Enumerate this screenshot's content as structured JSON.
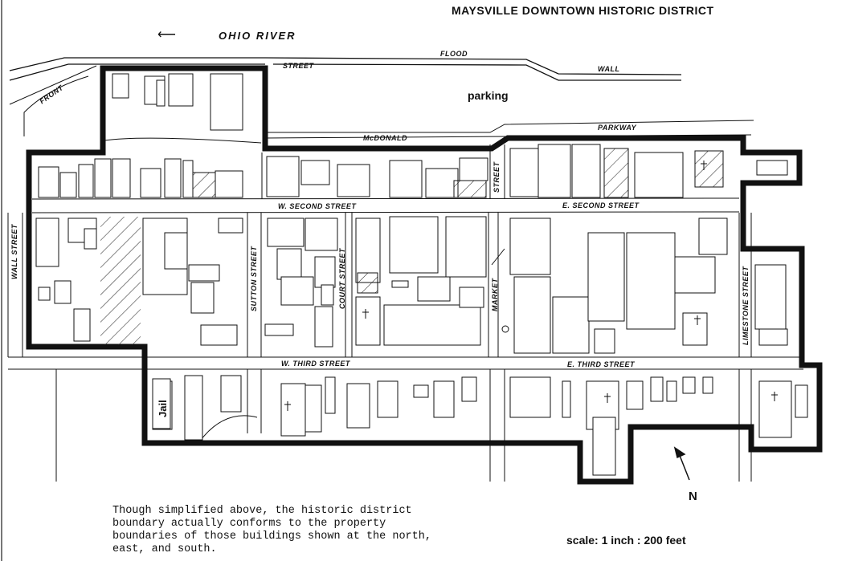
{
  "title": "MAYSVILLE DOWNTOWN HISTORIC DISTRICT",
  "river": {
    "label": "OHIO RIVER",
    "arrow_icon": "left-arrow-icon"
  },
  "streets": {
    "front": "FRONT",
    "street_top": "STREET",
    "flood": "FLOOD",
    "wall_top": "WALL",
    "mcdonald": "McDONALD",
    "parkway": "PARKWAY",
    "street_vertical": "STREET",
    "w_second": "W. SECOND STREET",
    "e_second": "E. SECOND STREET",
    "wall_street": "WALL STREET",
    "sutton": "SUTTON STREET",
    "court": "COURT STREET",
    "market": "MARKET",
    "limestone": "LIMESTONE STREET",
    "w_third": "W. THIRD STREET",
    "e_third": "E. THIRD STREET"
  },
  "parking_label": "parking",
  "jail_label": "Jail",
  "north_label": "N",
  "scale_label": "scale: 1 inch : 200 feet",
  "note": "Though simplified above, the historic district\nboundary actually conforms to the property\nboundaries of those buildings shown at the north,\neast, and south.",
  "colors": {
    "ink": "#111111",
    "paper": "#ffffff"
  }
}
